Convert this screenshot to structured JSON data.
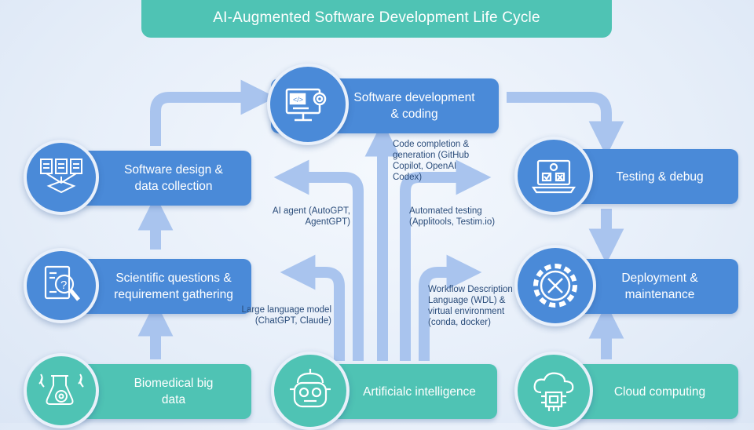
{
  "title": "AI-Augmented Software Development Life Cycle",
  "nodes": {
    "software_development": "Software development & coding",
    "software_design": "Software design & data collection",
    "scientific_questions": "Scientific questions & requirement gathering",
    "biomedical": "Biomedical big data",
    "ai": "Artificialc intelligence",
    "testing": "Testing & debug",
    "deployment": "Deployment & maintenance",
    "cloud": "Cloud computing"
  },
  "tools": {
    "code_completion": "Code completion & generation (GitHub Copilot, OpenAI Codex)",
    "ai_agent": "AI agent (AutoGPT, AgentGPT)",
    "automated_testing": "Automated testing (Applitools, Testim.io)",
    "llm": "Large language model (ChatGPT, Claude)",
    "workflow": "Workflow Description Language (WDL) & virtual environment (conda, docker)"
  },
  "colors": {
    "blue": "#4a8ad8",
    "teal": "#4fc3b4",
    "arrow": "#a9c4ee"
  },
  "icons": [
    "code-monitor-icon",
    "documents-icon",
    "question-magnifier-icon",
    "dna-gear-icon",
    "robot-icon",
    "laptop-checklist-icon",
    "gear-tools-icon",
    "cloud-chip-icon"
  ]
}
